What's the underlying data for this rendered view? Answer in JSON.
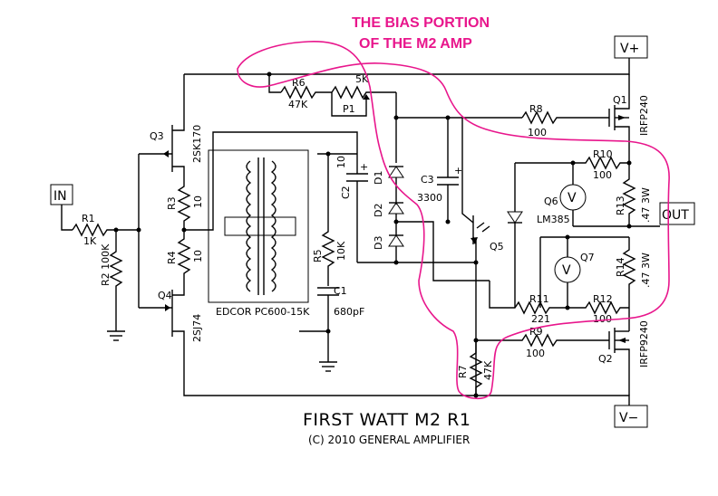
{
  "annotation": {
    "line1": "THE BIAS PORTION",
    "line2": "OF THE M2 AMP",
    "color": "#e8168c"
  },
  "terminals": {
    "vplus": "V+",
    "vminus": "V−",
    "input": "IN",
    "output": "OUT"
  },
  "components": {
    "r1": {
      "ref": "R1",
      "value": "1K"
    },
    "r2": {
      "ref": "R2",
      "value": "100K"
    },
    "r3": {
      "ref": "R3",
      "value": "10"
    },
    "r4": {
      "ref": "R4",
      "value": "10"
    },
    "r5": {
      "ref": "R5",
      "value": "10K"
    },
    "r6": {
      "ref": "R6",
      "value": "47K"
    },
    "p1": {
      "ref": "P1",
      "value": "5K"
    },
    "r7": {
      "ref": "R7",
      "value": "47K"
    },
    "r8": {
      "ref": "R8",
      "value": "100"
    },
    "r9": {
      "ref": "R9",
      "value": "100"
    },
    "r10": {
      "ref": "R10",
      "value": "100"
    },
    "r11": {
      "ref": "R11",
      "value": "221"
    },
    "r12": {
      "ref": "R12",
      "value": "100"
    },
    "r13": {
      "ref": "R13",
      "value": ".47 3W"
    },
    "r14": {
      "ref": "R14",
      "value": ".47 3W"
    },
    "c1": {
      "ref": "C1",
      "value": "680pF"
    },
    "c2": {
      "ref": "C2",
      "value": "10"
    },
    "c3": {
      "ref": "C3",
      "value": "3300"
    },
    "d1": {
      "ref": "D1"
    },
    "d2": {
      "ref": "D2"
    },
    "d3": {
      "ref": "D3"
    },
    "q1": {
      "ref": "Q1",
      "part": "IRFP240"
    },
    "q2": {
      "ref": "Q2",
      "part": "IRFP9240"
    },
    "q3": {
      "ref": "Q3",
      "part": "2SK170"
    },
    "q4": {
      "ref": "Q4",
      "part": "2SJ74"
    },
    "q5": {
      "ref": "Q5"
    },
    "q6": {
      "ref": "Q6",
      "part": "LM385"
    },
    "q7": {
      "ref": "Q7"
    },
    "t1": {
      "part": "EDCOR PC600-15K"
    }
  },
  "symbols": {
    "vref": "V"
  },
  "title": {
    "name": "FIRST WATT M2 R1",
    "copyright": "(C) 2010 GENERAL AMPLIFIER"
  }
}
